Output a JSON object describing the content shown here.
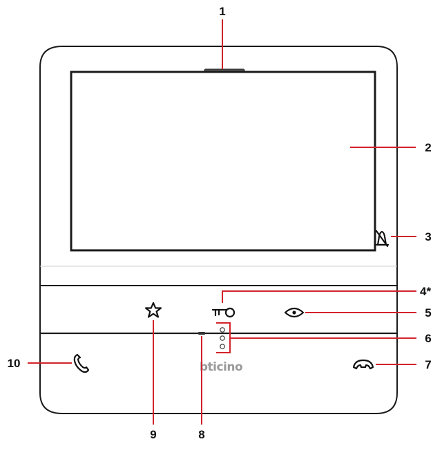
{
  "brand": {
    "logo_text": "bticino"
  },
  "callouts": [
    {
      "id": "1",
      "label": "1"
    },
    {
      "id": "2",
      "label": "2"
    },
    {
      "id": "3",
      "label": "3"
    },
    {
      "id": "4",
      "label": "4*"
    },
    {
      "id": "5",
      "label": "5"
    },
    {
      "id": "6",
      "label": "6"
    },
    {
      "id": "7",
      "label": "7"
    },
    {
      "id": "8",
      "label": "8"
    },
    {
      "id": "9",
      "label": "9"
    },
    {
      "id": "10",
      "label": "10"
    }
  ],
  "icons": {
    "callout_1_target": "camera-slot",
    "callout_3_target": "bell-off-icon",
    "callout_4_target": "key-icon",
    "callout_5_target": "eye-icon",
    "callout_6_target": "led-indicators",
    "callout_7_target": "hang-up-icon",
    "callout_8_target": "microphone",
    "callout_9_target": "star-icon",
    "callout_10_target": "phone-answer-icon"
  },
  "colors": {
    "leader_line": "#d2232a",
    "outline": "#1a1a1a",
    "logo": "#9a9a9a"
  }
}
